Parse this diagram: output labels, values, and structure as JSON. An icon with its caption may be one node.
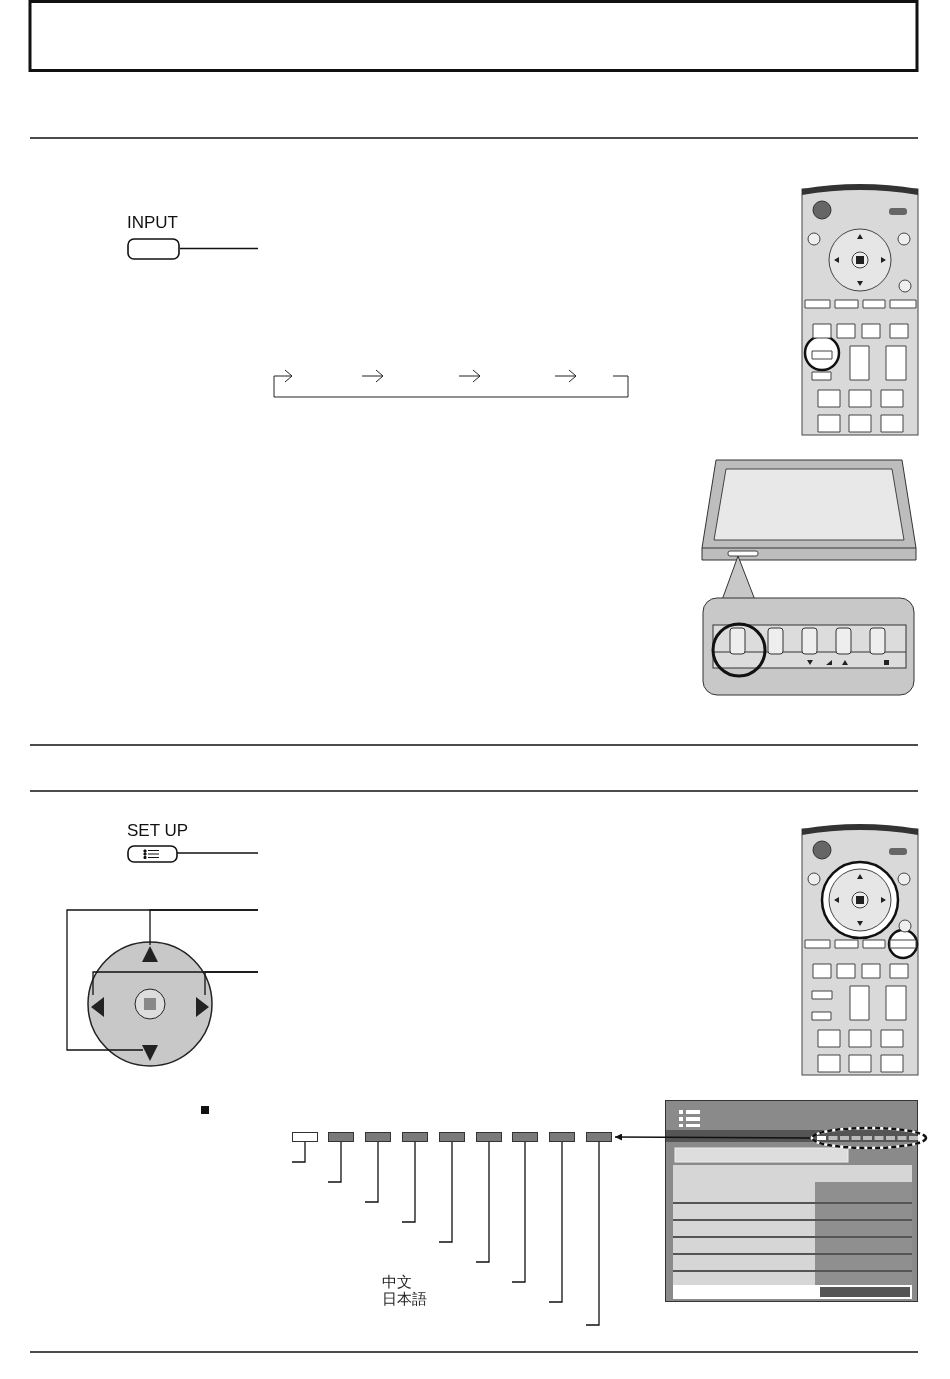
{
  "diagram": {
    "nodes": [
      {
        "text": [
          "INPUT"
        ]
      },
      {
        "text": [
          "SET UP"
        ]
      },
      {
        "text": [],
        "shape": "circle"
      },
      {
        "text": [],
        "shape": "box"
      },
      {
        "text": [],
        "shape": "box"
      },
      {
        "text": [],
        "shape": "box"
      },
      {
        "text": [],
        "shape": "box"
      },
      {
        "text": [],
        "shape": "box"
      },
      {
        "text": [],
        "shape": "box"
      },
      {
        "text": [],
        "shape": "box"
      },
      {
        "text": [],
        "shape": "box"
      },
      {
        "text": [],
        "shape": "box"
      },
      {
        "text": [],
        "shape": "picture"
      },
      {
        "text": [],
        "shape": "circle",
        "in": 12
      }
    ],
    "edges": [
      {
        "from": 0,
        "to": null,
        "arrow": "none"
      },
      {
        "from": 1,
        "to": null,
        "arrow": "none"
      },
      {
        "from": null,
        "to": 2,
        "arrow": "none"
      },
      {
        "from": null,
        "to": 2,
        "arrow": "none"
      },
      {
        "from": null,
        "to": 2,
        "arrow": "none"
      },
      {
        "from": null,
        "to": 2,
        "arrow": "none"
      },
      {
        "from": 3,
        "to": null,
        "arrow": "none"
      },
      {
        "from": 4,
        "to": null,
        "arrow": "none"
      },
      {
        "from": 5,
        "to": null,
        "arrow": "none"
      },
      {
        "from": 6,
        "to": null,
        "arrow": "none"
      },
      {
        "from": 7,
        "to": null,
        "arrow": "none"
      },
      {
        "from": 8,
        "to": null,
        "arrow": "none"
      },
      {
        "from": 9,
        "to": null,
        "arrow": "none"
      },
      {
        "from": 10,
        "to": null,
        "arrow": "none"
      },
      {
        "from": 11,
        "to": null,
        "arrow": "none"
      },
      {
        "from": 13,
        "to": 11,
        "arrow": "to"
      }
    ],
    "labels": [
      "中文",
      "日本語"
    ]
  }
}
